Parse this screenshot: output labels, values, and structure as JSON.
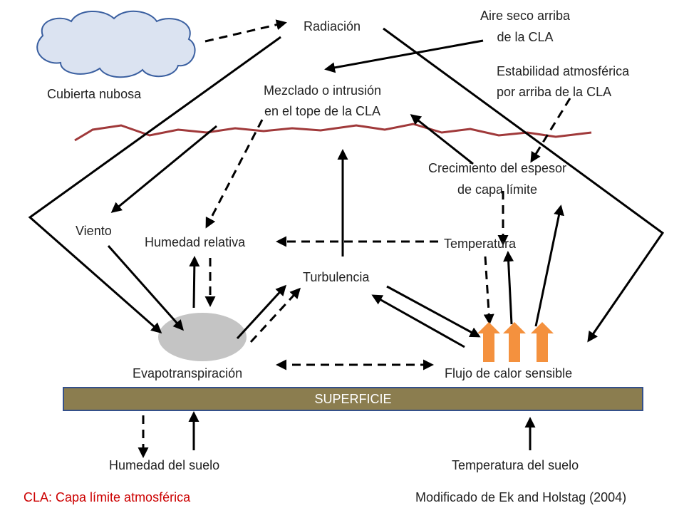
{
  "labels": {
    "cloud": "Cubierta nubosa",
    "radiation": "Radiación",
    "dry_air": [
      "Aire seco arriba",
      "de la CLA"
    ],
    "mixing": [
      "Mezclado o intrusión",
      "en el tope de la CLA"
    ],
    "stability": [
      "Estabilidad atmosférica",
      "por arriba de la CLA"
    ],
    "growth": [
      "Crecimiento del espesor",
      "de capa límite"
    ],
    "wind": "Viento",
    "rel_humidity": "Humedad relativa",
    "temperature": "Temperatura",
    "turbulence": "Turbulencia",
    "evapotranspiration": "Evapotranspiración",
    "sensible_heat": "Flujo de calor sensible",
    "surface": "SUPERFICIE",
    "soil_moisture": "Humedad del suelo",
    "soil_temperature": "Temperatura del suelo"
  },
  "footer": {
    "abbreviation": "CLA: Capa límite atmosférica",
    "source": "Modificado de Ek and Holstag (2004)"
  },
  "colors": {
    "boundary_line": "#a0393a",
    "heat_arrows": "#f4913e",
    "ellipse": "#c4c4c4",
    "surface_fill": "#8b7d4f",
    "surface_border": "#34508a",
    "cloud_fill": "#dbe3f1",
    "cloud_stroke": "#3a5fa0",
    "footnote": "#cc0000"
  }
}
